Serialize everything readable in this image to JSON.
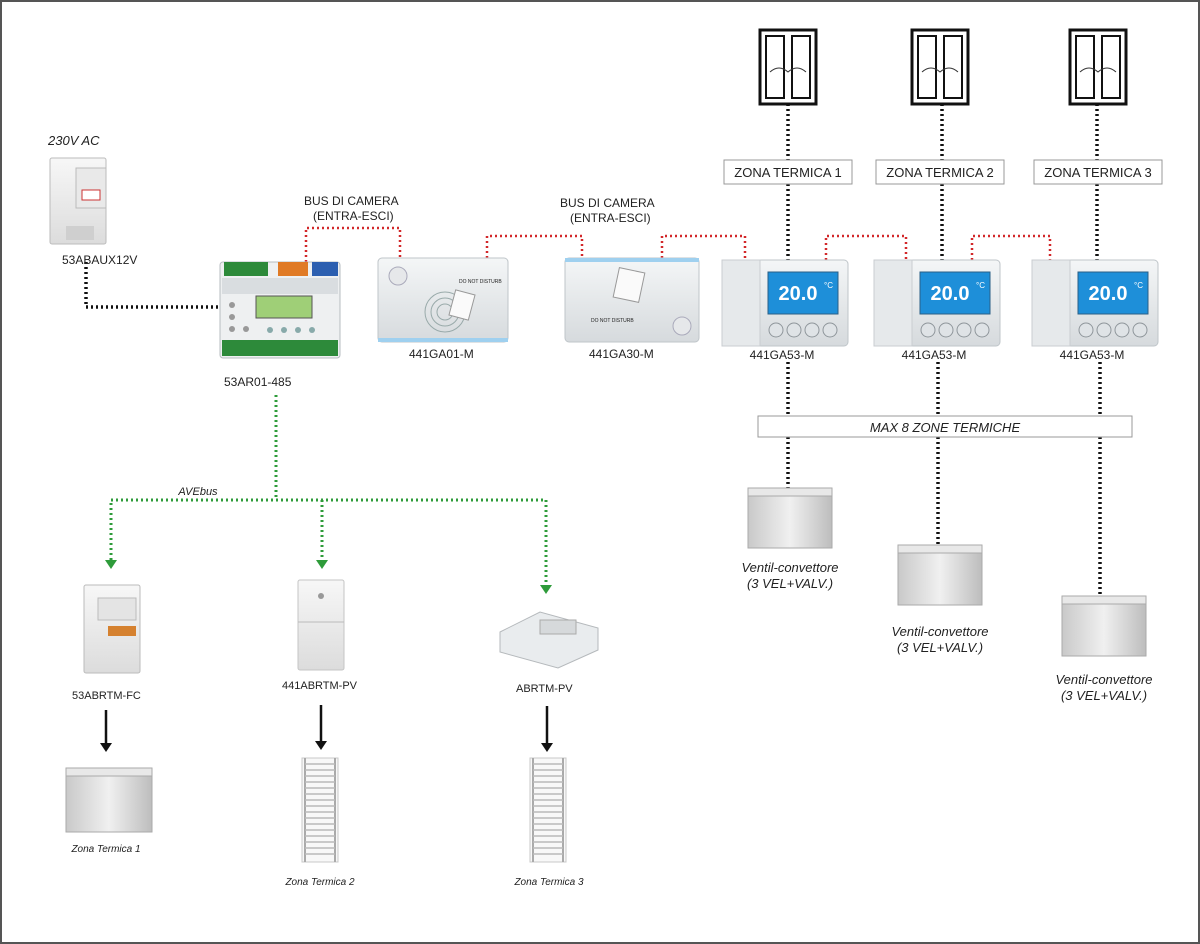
{
  "colors": {
    "bus_red": "#d2282a",
    "avebus_green": "#2e9b3a",
    "wire_black": "#111111",
    "lcd_blue": "#1e8fd9",
    "border": "#555555"
  },
  "power": {
    "source_label": "230V AC",
    "module_label": "53ABAUX12V"
  },
  "controller": {
    "label": "53AR01-485"
  },
  "bus_labels": [
    {
      "line1": "BUS DI CAMERA",
      "line2": "(ENTRA-ESCI)"
    },
    {
      "line1": "BUS DI CAMERA",
      "line2": "(ENTRA-ESCI)"
    }
  ],
  "room_devices": {
    "ga01": {
      "label": "441GA01-M",
      "dnd": "DO NOT DISTURB"
    },
    "ga30": {
      "label": "441GA30-M",
      "dnd": "DO NOT DISTURB"
    }
  },
  "zones": [
    {
      "zone_label": "ZONA TERMICA 1",
      "thermostat_label": "441GA53-M",
      "display": "20.0",
      "unit": "°C",
      "fancoil_line1": "Ventil-convettore",
      "fancoil_line2": "(3 VEL+VALV.)"
    },
    {
      "zone_label": "ZONA TERMICA 2",
      "thermostat_label": "441GA53-M",
      "display": "20.0",
      "unit": "°C",
      "fancoil_line1": "Ventil-convettore",
      "fancoil_line2": "(3 VEL+VALV.)"
    },
    {
      "zone_label": "ZONA TERMICA 3",
      "thermostat_label": "441GA53-M",
      "display": "20.0",
      "unit": "°C",
      "fancoil_line1": "Ventil-convettore",
      "fancoil_line2": "(3 VEL+VALV.)"
    }
  ],
  "max_zones_label": "MAX 8 ZONE TERMICHE",
  "avebus_label": "AVEbus",
  "modules": [
    {
      "label": "53ABRTM-FC",
      "zone_label": "Zona Termica 1",
      "device": "fancoil-icon"
    },
    {
      "label": "441ABRTM-PV",
      "zone_label": "Zona Termica 2",
      "device": "radiator-icon"
    },
    {
      "label": "ABRTM-PV",
      "zone_label": "Zona Termica 3",
      "device": "radiator-icon"
    }
  ]
}
